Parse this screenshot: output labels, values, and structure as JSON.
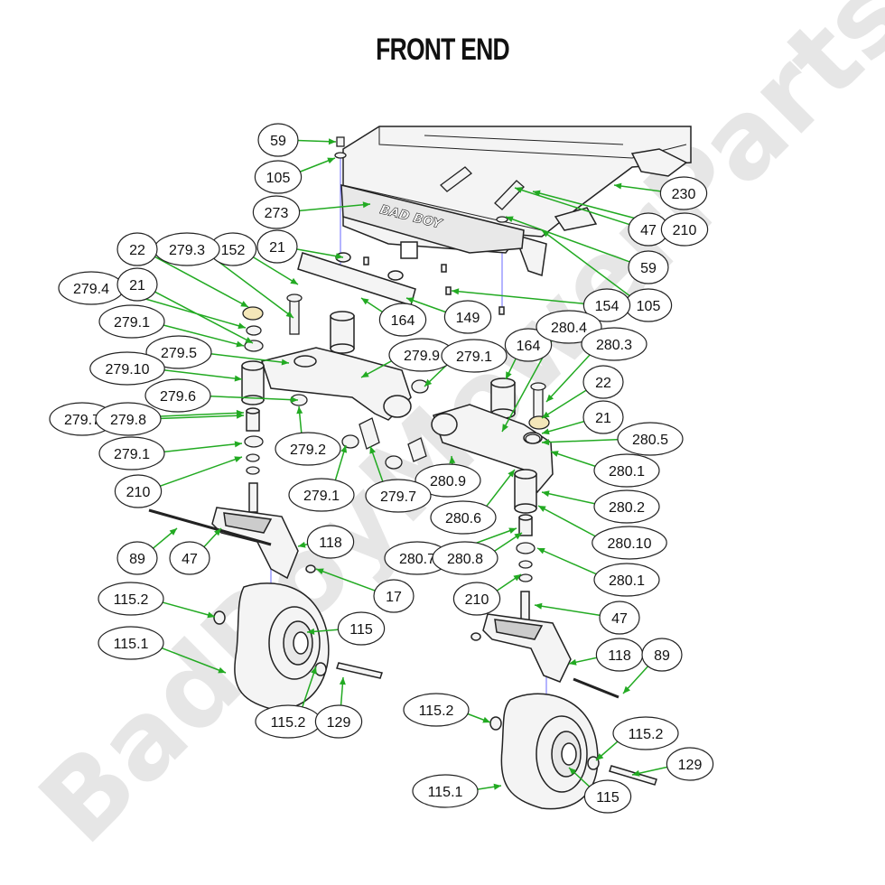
{
  "title": "FRONT END",
  "watermark": "BadBoyMowerParts.com",
  "colors": {
    "leader": "#22aa22",
    "callout_stroke": "#222222",
    "part_stroke": "#222222",
    "part_fill": "#f4f4f4",
    "shade": "#cccccc",
    "centerline": "#6a6aff",
    "watermark": "#e6e6e6"
  },
  "callouts": [
    {
      "id": "c1",
      "label": "59"
    },
    {
      "id": "c2",
      "label": "105"
    },
    {
      "id": "c3",
      "label": "273"
    },
    {
      "id": "c4",
      "label": "230"
    },
    {
      "id": "c5",
      "label": "47"
    },
    {
      "id": "c6",
      "label": "210"
    },
    {
      "id": "c7",
      "label": "59"
    },
    {
      "id": "c8",
      "label": "105"
    },
    {
      "id": "c9",
      "label": "154"
    },
    {
      "id": "c10",
      "label": "21"
    },
    {
      "id": "c11",
      "label": "152"
    },
    {
      "id": "c12",
      "label": "279.3"
    },
    {
      "id": "c13",
      "label": "22"
    },
    {
      "id": "c14",
      "label": "279.4"
    },
    {
      "id": "c15",
      "label": "21"
    },
    {
      "id": "c16",
      "label": "164"
    },
    {
      "id": "c17",
      "label": "149"
    },
    {
      "id": "c18",
      "label": "279.1"
    },
    {
      "id": "c19",
      "label": "279.5"
    },
    {
      "id": "c20",
      "label": "279.10"
    },
    {
      "id": "c21",
      "label": "279.9"
    },
    {
      "id": "c22",
      "label": "279.1"
    },
    {
      "id": "c23",
      "label": "164"
    },
    {
      "id": "c24",
      "label": "280.4"
    },
    {
      "id": "c25",
      "label": "280.3"
    },
    {
      "id": "c26",
      "label": "279.6"
    },
    {
      "id": "c27",
      "label": "22"
    },
    {
      "id": "c28",
      "label": "279.7"
    },
    {
      "id": "c29",
      "label": "279.8"
    },
    {
      "id": "c30",
      "label": "21"
    },
    {
      "id": "c31",
      "label": "280.5"
    },
    {
      "id": "c32",
      "label": "279.2"
    },
    {
      "id": "c33",
      "label": "279.1"
    },
    {
      "id": "c34",
      "label": "280.1"
    },
    {
      "id": "c35",
      "label": "280.9"
    },
    {
      "id": "c36",
      "label": "210"
    },
    {
      "id": "c37",
      "label": "279.1"
    },
    {
      "id": "c38",
      "label": "279.7"
    },
    {
      "id": "c39",
      "label": "280.2"
    },
    {
      "id": "c40",
      "label": "280.6"
    },
    {
      "id": "c41",
      "label": "280.10"
    },
    {
      "id": "c42",
      "label": "118"
    },
    {
      "id": "c43",
      "label": "89"
    },
    {
      "id": "c44",
      "label": "47"
    },
    {
      "id": "c45",
      "label": "280.7"
    },
    {
      "id": "c46",
      "label": "280.8"
    },
    {
      "id": "c47",
      "label": "280.1"
    },
    {
      "id": "c48",
      "label": "115.2"
    },
    {
      "id": "c49",
      "label": "17"
    },
    {
      "id": "c50",
      "label": "210"
    },
    {
      "id": "c51",
      "label": "47"
    },
    {
      "id": "c52",
      "label": "115"
    },
    {
      "id": "c53",
      "label": "115.1"
    },
    {
      "id": "c54",
      "label": "118"
    },
    {
      "id": "c55",
      "label": "89"
    },
    {
      "id": "c56",
      "label": "115.2"
    },
    {
      "id": "c57",
      "label": "129"
    },
    {
      "id": "c58",
      "label": "115.2"
    },
    {
      "id": "c59",
      "label": "115.2"
    },
    {
      "id": "c60",
      "label": "129"
    },
    {
      "id": "c61",
      "label": "115.1"
    },
    {
      "id": "c62",
      "label": "115"
    }
  ]
}
